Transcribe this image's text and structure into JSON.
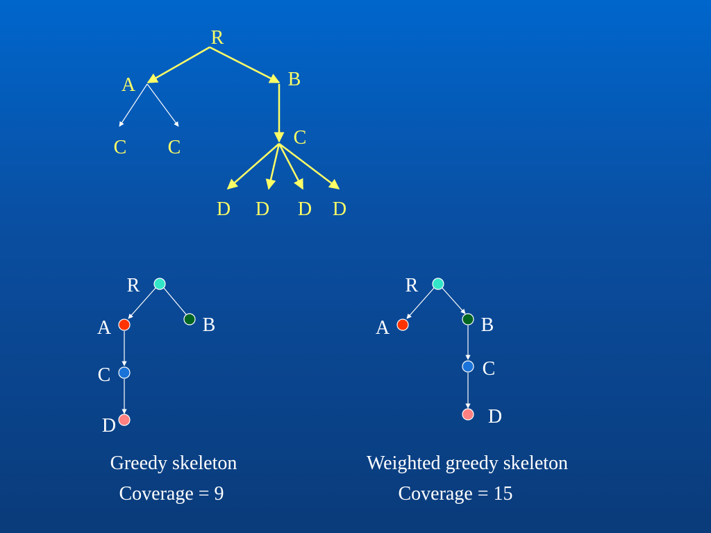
{
  "colors": {
    "background_top": "#0066cc",
    "background_bottom": "#0a3b7a",
    "top_tree": "#ffff66",
    "skeleton_edges": "#ffffff",
    "skeleton_text": "#ffffff",
    "node_R": "#33e6c8",
    "node_A": "#ff3300",
    "node_B": "#006622",
    "node_C": "#1a73d9",
    "node_D": "#ff8080"
  },
  "top_tree": {
    "labels": {
      "R": "R",
      "A": "A",
      "B": "B",
      "C_left1": "C",
      "C_left2": "C",
      "C_right": "C",
      "D1": "D",
      "D2": "D",
      "D3": "D",
      "D4": "D"
    }
  },
  "greedy_skeleton": {
    "labels": {
      "R": "R",
      "A": "A",
      "B": "B",
      "C": "C",
      "D": "D"
    },
    "caption": "Greedy skeleton",
    "coverage": "Coverage = 9"
  },
  "weighted_skeleton": {
    "labels": {
      "R": "R",
      "A": "A",
      "B": "B",
      "C": "C",
      "D": "D"
    },
    "caption": "Weighted greedy skeleton",
    "coverage": "Coverage = 15"
  }
}
